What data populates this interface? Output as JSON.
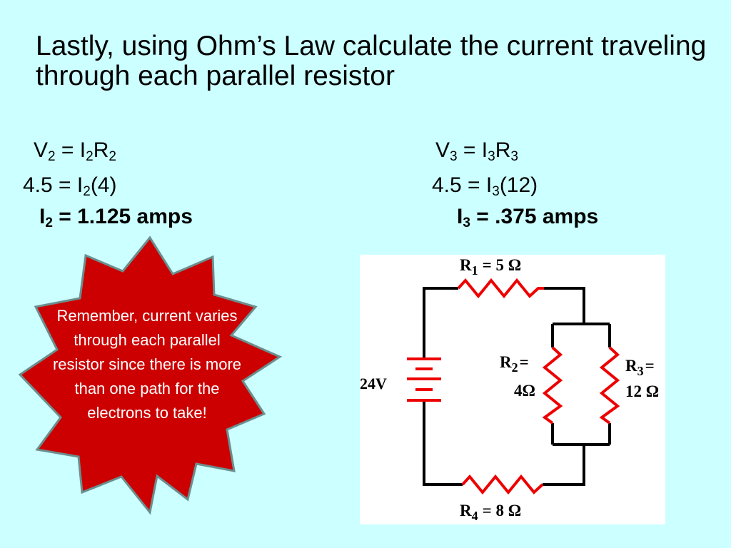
{
  "title": "Lastly, using Ohm’s Law calculate the current traveling through each parallel resistor",
  "left_calc": {
    "formula": {
      "v": "V",
      "v_sub": "2",
      "eq": " = I",
      "i_sub": "2",
      "r": "R",
      "r_sub": "2"
    },
    "substitution": {
      "lhs": "4.5 = I",
      "i_sub": "2",
      "rhs": "(4)"
    },
    "result": {
      "i": "I",
      "i_sub": "2",
      "text": " = 1.125 amps"
    }
  },
  "right_calc": {
    "formula": {
      "v": "V",
      "v_sub": "3",
      "eq": " = I",
      "i_sub": "3",
      "r": "R",
      "r_sub": "3"
    },
    "substitution": {
      "lhs": "4.5 = I",
      "i_sub": "3",
      "rhs": "(12)"
    },
    "result": {
      "i": "I",
      "i_sub": "3",
      "text": " = .375 amps"
    }
  },
  "callout": {
    "text": "Remember, current varies through each parallel resistor since there is more than one path for the electrons to take!",
    "fill": "#cc0000",
    "stroke": "#6b8e8e"
  },
  "circuit": {
    "wire_color": "#000000",
    "resistor_color": "#ee0000",
    "battery_label": "24V",
    "r1": {
      "name": "R",
      "sub": "1",
      "value": "= 5 Ω"
    },
    "r2": {
      "name": "R",
      "sub": "2",
      "eq": "=",
      "value": "4Ω"
    },
    "r3": {
      "name": "R",
      "sub": "3",
      "eq": "=",
      "value": "12 Ω"
    },
    "r4": {
      "name": "R",
      "sub": "4",
      "value": "= 8 Ω"
    }
  }
}
